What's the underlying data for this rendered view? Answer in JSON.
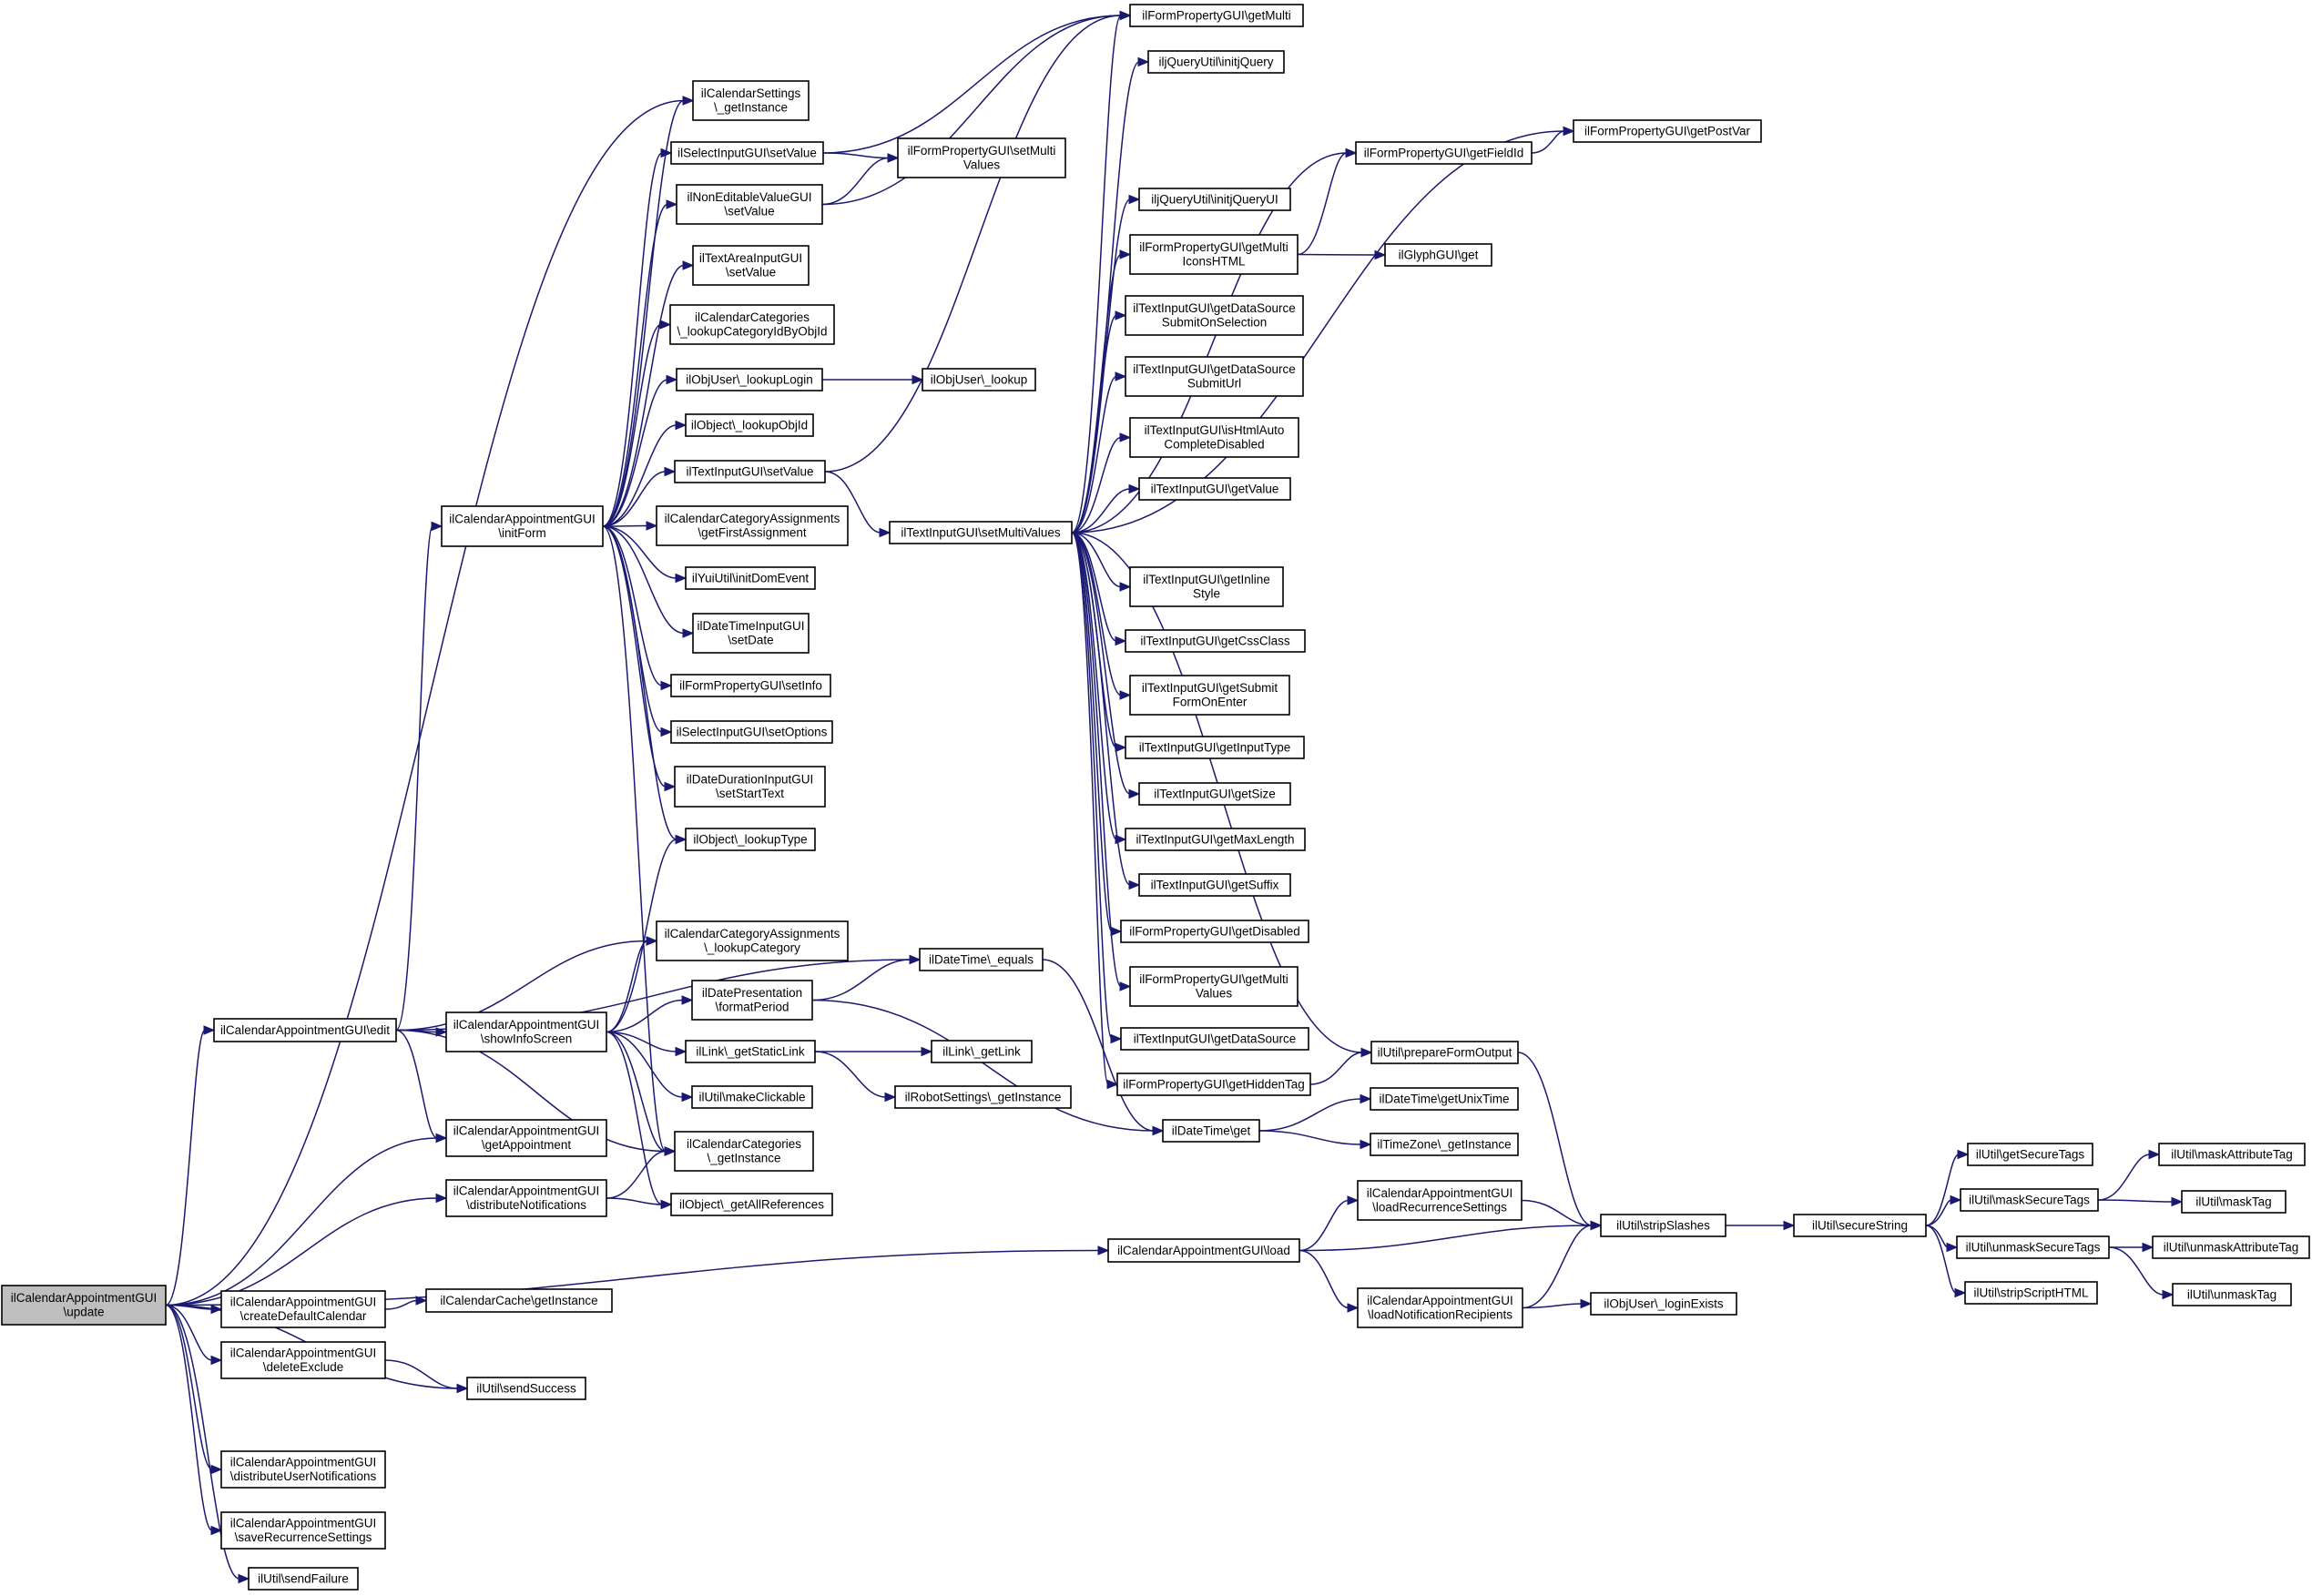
{
  "graph": {
    "colors": {
      "edge": "#191970",
      "node_border": "#000000",
      "node_fill": "#ffffff",
      "root_fill": "#bfbfbf"
    },
    "nodes": [
      {
        "id": "update",
        "lines": [
          "ilCalendarAppointmentGUI",
          "\\update"
        ],
        "root": true
      },
      {
        "id": "edit",
        "lines": [
          "ilCalendarAppointmentGUI\\edit"
        ]
      },
      {
        "id": "getAppointment",
        "lines": [
          "ilCalendarAppointmentGUI",
          "\\getAppointment"
        ]
      },
      {
        "id": "distributeNotifications",
        "lines": [
          "ilCalendarAppointmentGUI",
          "\\distributeNotifications"
        ]
      },
      {
        "id": "createDefaultCalendar",
        "lines": [
          "ilCalendarAppointmentGUI",
          "\\createDefaultCalendar"
        ]
      },
      {
        "id": "deleteExclude",
        "lines": [
          "ilCalendarAppointmentGUI",
          "\\deleteExclude"
        ]
      },
      {
        "id": "distributeUserNotifications",
        "lines": [
          "ilCalendarAppointmentGUI",
          "\\distributeUserNotifications"
        ]
      },
      {
        "id": "saveRecurrenceSettings",
        "lines": [
          "ilCalendarAppointmentGUI",
          "\\saveRecurrenceSettings"
        ]
      },
      {
        "id": "sendFailure",
        "lines": [
          "ilUtil\\sendFailure"
        ]
      },
      {
        "id": "initForm",
        "lines": [
          "ilCalendarAppointmentGUI",
          "\\initForm"
        ]
      },
      {
        "id": "showInfoScreen",
        "lines": [
          "ilCalendarAppointmentGUI",
          "\\showInfoScreen"
        ]
      },
      {
        "id": "calSettings",
        "lines": [
          "ilCalendarSettings",
          "\\_getInstance"
        ]
      },
      {
        "id": "selSetValue",
        "lines": [
          "ilSelectInputGUI\\setValue"
        ]
      },
      {
        "id": "nonEditSetValue",
        "lines": [
          "ilNonEditableValueGUI",
          "\\setValue"
        ]
      },
      {
        "id": "textAreaSetValue",
        "lines": [
          "ilTextAreaInputGUI",
          "\\setValue"
        ]
      },
      {
        "id": "catLookupById",
        "lines": [
          "ilCalendarCategories",
          "\\_lookupCategoryIdByObjId"
        ]
      },
      {
        "id": "lookupLogin",
        "lines": [
          "ilObjUser\\_lookupLogin"
        ]
      },
      {
        "id": "lookupObjId",
        "lines": [
          "ilObject\\_lookupObjId"
        ]
      },
      {
        "id": "textSetValue",
        "lines": [
          "ilTextInputGUI\\setValue"
        ]
      },
      {
        "id": "getFirstAssignment",
        "lines": [
          "ilCalendarCategoryAssignments",
          "\\getFirstAssignment"
        ]
      },
      {
        "id": "initDomEvent",
        "lines": [
          "ilYuiUtil\\initDomEvent"
        ]
      },
      {
        "id": "dtSetDate",
        "lines": [
          "ilDateTimeInputGUI",
          "\\setDate"
        ]
      },
      {
        "id": "setInfo",
        "lines": [
          "ilFormPropertyGUI\\setInfo"
        ]
      },
      {
        "id": "setOptions",
        "lines": [
          "ilSelectInputGUI\\setOptions"
        ]
      },
      {
        "id": "setStartText",
        "lines": [
          "ilDateDurationInputGUI",
          "\\setStartText"
        ]
      },
      {
        "id": "lookupType",
        "lines": [
          "ilObject\\_lookupType"
        ]
      },
      {
        "id": "lookupCategory",
        "lines": [
          "ilCalendarCategoryAssignments",
          "\\_lookupCategory"
        ]
      },
      {
        "id": "formatPeriod",
        "lines": [
          "ilDatePresentation",
          "\\formatPeriod"
        ]
      },
      {
        "id": "getStaticLink",
        "lines": [
          "ilLink\\_getStaticLink"
        ]
      },
      {
        "id": "makeClickable",
        "lines": [
          "ilUtil\\makeClickable"
        ]
      },
      {
        "id": "catGetInstance",
        "lines": [
          "ilCalendarCategories",
          "\\_getInstance"
        ]
      },
      {
        "id": "getAllReferences",
        "lines": [
          "ilObject\\_getAllReferences"
        ]
      },
      {
        "id": "calCacheGetInstance",
        "lines": [
          "ilCalendarCache\\getInstance"
        ]
      },
      {
        "id": "sendSuccess",
        "lines": [
          "ilUtil\\sendSuccess"
        ]
      },
      {
        "id": "lookup",
        "lines": [
          "ilObjUser\\_lookup"
        ]
      },
      {
        "id": "setMultiValues",
        "lines": [
          "ilTextInputGUI\\setMultiValues"
        ]
      },
      {
        "id": "setMultiValuesForm",
        "lines": [
          "ilFormPropertyGUI\\setMulti",
          "Values"
        ]
      },
      {
        "id": "dtEquals",
        "lines": [
          "ilDateTime\\_equals"
        ]
      },
      {
        "id": "getLink",
        "lines": [
          "ilLink\\_getLink"
        ]
      },
      {
        "id": "robotSettings",
        "lines": [
          "ilRobotSettings\\_getInstance"
        ]
      },
      {
        "id": "load",
        "lines": [
          "ilCalendarAppointmentGUI\\load"
        ]
      },
      {
        "id": "getMulti",
        "lines": [
          "ilFormPropertyGUI\\getMulti"
        ]
      },
      {
        "id": "initjQuery",
        "lines": [
          "iljQueryUtil\\initjQuery"
        ]
      },
      {
        "id": "initjQueryUI",
        "lines": [
          "iljQueryUtil\\initjQueryUI"
        ]
      },
      {
        "id": "getMultiIconsHTML",
        "lines": [
          "ilFormPropertyGUI\\getMulti",
          "IconsHTML"
        ]
      },
      {
        "id": "dsSubmitOnSel",
        "lines": [
          "ilTextInputGUI\\getDataSource",
          "SubmitOnSelection"
        ]
      },
      {
        "id": "dsSubmitUrl",
        "lines": [
          "ilTextInputGUI\\getDataSource",
          "SubmitUrl"
        ]
      },
      {
        "id": "isHtmlAuto",
        "lines": [
          "ilTextInputGUI\\isHtmlAuto",
          "CompleteDisabled"
        ]
      },
      {
        "id": "getValue",
        "lines": [
          "ilTextInputGUI\\getValue"
        ]
      },
      {
        "id": "getInlineStyle",
        "lines": [
          "ilTextInputGUI\\getInline",
          "Style"
        ]
      },
      {
        "id": "getCssClass",
        "lines": [
          "ilTextInputGUI\\getCssClass"
        ]
      },
      {
        "id": "getSubmitFormOnEnter",
        "lines": [
          "ilTextInputGUI\\getSubmit",
          "FormOnEnter"
        ]
      },
      {
        "id": "getInputType",
        "lines": [
          "ilTextInputGUI\\getInputType"
        ]
      },
      {
        "id": "getSize",
        "lines": [
          "ilTextInputGUI\\getSize"
        ]
      },
      {
        "id": "getMaxLength",
        "lines": [
          "ilTextInputGUI\\getMaxLength"
        ]
      },
      {
        "id": "getSuffix",
        "lines": [
          "ilTextInputGUI\\getSuffix"
        ]
      },
      {
        "id": "getDisabled",
        "lines": [
          "ilFormPropertyGUI\\getDisabled"
        ]
      },
      {
        "id": "getMultiValues",
        "lines": [
          "ilFormPropertyGUI\\getMulti",
          "Values"
        ]
      },
      {
        "id": "getDataSource",
        "lines": [
          "ilTextInputGUI\\getDataSource"
        ]
      },
      {
        "id": "getHiddenTag",
        "lines": [
          "ilFormPropertyGUI\\getHiddenTag"
        ]
      },
      {
        "id": "dtGet",
        "lines": [
          "ilDateTime\\get"
        ]
      },
      {
        "id": "loadRecurrence",
        "lines": [
          "ilCalendarAppointmentGUI",
          "\\loadRecurrenceSettings"
        ]
      },
      {
        "id": "loadNotifRecipients",
        "lines": [
          "ilCalendarAppointmentGUI",
          "\\loadNotificationRecipients"
        ]
      },
      {
        "id": "getFieldId",
        "lines": [
          "ilFormPropertyGUI\\getFieldId"
        ]
      },
      {
        "id": "glyphGet",
        "lines": [
          "ilGlyphGUI\\get"
        ]
      },
      {
        "id": "prepareFormOutput",
        "lines": [
          "ilUtil\\prepareFormOutput"
        ]
      },
      {
        "id": "getUnixTime",
        "lines": [
          "ilDateTime\\getUnixTime"
        ]
      },
      {
        "id": "tzGetInstance",
        "lines": [
          "ilTimeZone\\_getInstance"
        ]
      },
      {
        "id": "stripSlashes",
        "lines": [
          "ilUtil\\stripSlashes"
        ]
      },
      {
        "id": "loginExists",
        "lines": [
          "ilObjUser\\_loginExists"
        ]
      },
      {
        "id": "getPostVar",
        "lines": [
          "ilFormPropertyGUI\\getPostVar"
        ]
      },
      {
        "id": "secureString",
        "lines": [
          "ilUtil\\secureString"
        ]
      },
      {
        "id": "getSecureTags",
        "lines": [
          "ilUtil\\getSecureTags"
        ]
      },
      {
        "id": "maskSecureTags",
        "lines": [
          "ilUtil\\maskSecureTags"
        ]
      },
      {
        "id": "unmaskSecureTags",
        "lines": [
          "ilUtil\\unmaskSecureTags"
        ]
      },
      {
        "id": "stripScriptHTML",
        "lines": [
          "ilUtil\\stripScriptHTML"
        ]
      },
      {
        "id": "maskAttributeTag",
        "lines": [
          "ilUtil\\maskAttributeTag"
        ]
      },
      {
        "id": "maskTag",
        "lines": [
          "ilUtil\\maskTag"
        ]
      },
      {
        "id": "unmaskAttributeTag",
        "lines": [
          "ilUtil\\unmaskAttributeTag"
        ]
      },
      {
        "id": "unmaskTag",
        "lines": [
          "ilUtil\\unmaskTag"
        ]
      }
    ],
    "edges": [
      [
        "update",
        "edit"
      ],
      [
        "update",
        "getAppointment"
      ],
      [
        "update",
        "distributeNotifications"
      ],
      [
        "update",
        "createDefaultCalendar"
      ],
      [
        "update",
        "deleteExclude"
      ],
      [
        "update",
        "distributeUserNotifications"
      ],
      [
        "update",
        "saveRecurrenceSettings"
      ],
      [
        "update",
        "sendFailure"
      ],
      [
        "update",
        "sendSuccess"
      ],
      [
        "update",
        "load"
      ],
      [
        "update",
        "calSettings"
      ],
      [
        "edit",
        "initForm"
      ],
      [
        "edit",
        "showInfoScreen"
      ],
      [
        "edit",
        "getAppointment"
      ],
      [
        "edit",
        "lookupCategory"
      ],
      [
        "edit",
        "dtEquals"
      ],
      [
        "edit",
        "catGetInstance"
      ],
      [
        "initForm",
        "calSettings"
      ],
      [
        "initForm",
        "selSetValue"
      ],
      [
        "initForm",
        "nonEditSetValue"
      ],
      [
        "initForm",
        "textAreaSetValue"
      ],
      [
        "initForm",
        "catLookupById"
      ],
      [
        "initForm",
        "lookupLogin"
      ],
      [
        "initForm",
        "lookupObjId"
      ],
      [
        "initForm",
        "textSetValue"
      ],
      [
        "initForm",
        "getFirstAssignment"
      ],
      [
        "initForm",
        "initDomEvent"
      ],
      [
        "initForm",
        "dtSetDate"
      ],
      [
        "initForm",
        "setInfo"
      ],
      [
        "initForm",
        "setOptions"
      ],
      [
        "initForm",
        "setStartText"
      ],
      [
        "initForm",
        "lookupType"
      ],
      [
        "initForm",
        "catGetInstance"
      ],
      [
        "showInfoScreen",
        "lookupCategory"
      ],
      [
        "showInfoScreen",
        "formatPeriod"
      ],
      [
        "showInfoScreen",
        "getStaticLink"
      ],
      [
        "showInfoScreen",
        "makeClickable"
      ],
      [
        "showInfoScreen",
        "catGetInstance"
      ],
      [
        "showInfoScreen",
        "getAllReferences"
      ],
      [
        "showInfoScreen",
        "lookupType"
      ],
      [
        "distributeNotifications",
        "catGetInstance"
      ],
      [
        "distributeNotifications",
        "getAllReferences"
      ],
      [
        "createDefaultCalendar",
        "calCacheGetInstance"
      ],
      [
        "deleteExclude",
        "sendSuccess"
      ],
      [
        "selSetValue",
        "setMultiValuesForm"
      ],
      [
        "selSetValue",
        "getMulti"
      ],
      [
        "nonEditSetValue",
        "setMultiValuesForm"
      ],
      [
        "nonEditSetValue",
        "getMulti"
      ],
      [
        "lookupLogin",
        "lookup"
      ],
      [
        "textSetValue",
        "setMultiValues"
      ],
      [
        "textSetValue",
        "getMulti"
      ],
      [
        "formatPeriod",
        "dtEquals"
      ],
      [
        "formatPeriod",
        "dtGet"
      ],
      [
        "dtEquals",
        "dtGet"
      ],
      [
        "getStaticLink",
        "getLink"
      ],
      [
        "getStaticLink",
        "robotSettings"
      ],
      [
        "setMultiValues",
        "getMulti"
      ],
      [
        "setMultiValues",
        "initjQuery"
      ],
      [
        "setMultiValues",
        "getFieldId"
      ],
      [
        "setMultiValues",
        "getPostVar"
      ],
      [
        "setMultiValues",
        "initjQueryUI"
      ],
      [
        "setMultiValues",
        "getMultiIconsHTML"
      ],
      [
        "setMultiValues",
        "dsSubmitOnSel"
      ],
      [
        "setMultiValues",
        "dsSubmitUrl"
      ],
      [
        "setMultiValues",
        "isHtmlAuto"
      ],
      [
        "setMultiValues",
        "getValue"
      ],
      [
        "setMultiValues",
        "getInlineStyle"
      ],
      [
        "setMultiValues",
        "getCssClass"
      ],
      [
        "setMultiValues",
        "getSubmitFormOnEnter"
      ],
      [
        "setMultiValues",
        "getInputType"
      ],
      [
        "setMultiValues",
        "getSize"
      ],
      [
        "setMultiValues",
        "getMaxLength"
      ],
      [
        "setMultiValues",
        "getSuffix"
      ],
      [
        "setMultiValues",
        "getDisabled"
      ],
      [
        "setMultiValues",
        "getMultiValues"
      ],
      [
        "setMultiValues",
        "getDataSource"
      ],
      [
        "setMultiValues",
        "getHiddenTag"
      ],
      [
        "setMultiValues",
        "prepareFormOutput"
      ],
      [
        "getMultiIconsHTML",
        "getFieldId"
      ],
      [
        "getMultiIconsHTML",
        "glyphGet"
      ],
      [
        "getFieldId",
        "getPostVar"
      ],
      [
        "getHiddenTag",
        "prepareFormOutput"
      ],
      [
        "dtGet",
        "getUnixTime"
      ],
      [
        "dtGet",
        "tzGetInstance"
      ],
      [
        "load",
        "loadRecurrence"
      ],
      [
        "load",
        "loadNotifRecipients"
      ],
      [
        "load",
        "stripSlashes"
      ],
      [
        "loadRecurrence",
        "stripSlashes"
      ],
      [
        "loadNotifRecipients",
        "stripSlashes"
      ],
      [
        "loadNotifRecipients",
        "loginExists"
      ],
      [
        "prepareFormOutput",
        "stripSlashes"
      ],
      [
        "stripSlashes",
        "secureString"
      ],
      [
        "secureString",
        "getSecureTags"
      ],
      [
        "secureString",
        "maskSecureTags"
      ],
      [
        "secureString",
        "unmaskSecureTags"
      ],
      [
        "secureString",
        "stripScriptHTML"
      ],
      [
        "maskSecureTags",
        "maskAttributeTag"
      ],
      [
        "maskSecureTags",
        "maskTag"
      ],
      [
        "unmaskSecureTags",
        "unmaskAttributeTag"
      ],
      [
        "unmaskSecureTags",
        "unmaskTag"
      ]
    ]
  }
}
